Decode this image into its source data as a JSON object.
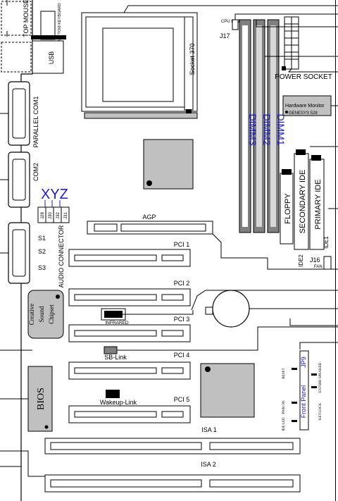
{
  "labels": {
    "top_mouse": "TOP MOUSE",
    "bottom_keyboard": "BOTTOM KEYBOARD",
    "usb": "USB",
    "parallel_com1": "PARALLEL COM1",
    "com2": "COM2",
    "xyz": "XYZ",
    "jumper_ids": [
      "J28",
      "J30",
      "J32",
      "J31"
    ],
    "s1": "S1",
    "s2": "S2",
    "s3": "S3",
    "audio_connector": "AUDIO CONNECTOR",
    "socket": "Socket 370",
    "cpu_fan": "CPU FAN",
    "j17": "J17",
    "dimm1": "DIMM1",
    "dimm2": "DIMM2",
    "dimm3": "DIMM3",
    "power_socket": "POWER SOCKET",
    "hw_monitor": "Hardware Monitor",
    "genesys": "GENESYS 528",
    "floppy": "FLOPPY",
    "secondary_ide": "SECONDARY IDE",
    "primary_ide": "PRIMARY IDE",
    "ide1": "IDE1",
    "ide2": "IDE2",
    "j16": "J16",
    "fan": "FAN",
    "agp": "AGP",
    "pci1": "PCI 1",
    "pci2": "PCI 2",
    "pci3": "PCI 3",
    "pci4": "PCI 4",
    "pci5": "PCI 5",
    "infrared": "INFRARED",
    "sb_link": "SB-Link",
    "wakeup_link": "Wakeup-Link",
    "creative": "Creative",
    "sound": "Sound",
    "chipset": "Chipset",
    "bios": "BIOS",
    "isa1": "ISA 1",
    "isa2": "ISA 2",
    "front_panel": "Front Panel",
    "jp9": "JP9",
    "reset": "RESET",
    "speaker": "SPEAKER",
    "extsmi": "EXTSMI",
    "pwr_on": "PWR ON",
    "ide_led": "IDE LED",
    "keylock": "KEYLOCK"
  },
  "colors": {
    "accent_blue": "#1a1adc",
    "dimm_gray": "#808080",
    "chip_gray": "#c0c0c0",
    "light_gray": "#d8d8d8"
  }
}
